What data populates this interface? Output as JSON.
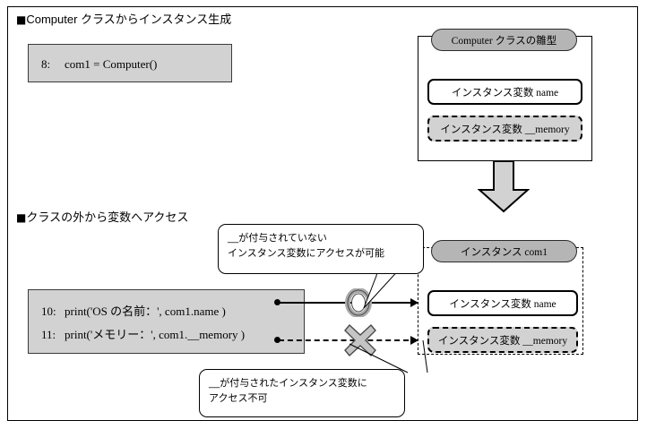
{
  "diagram": {
    "title_hidden": "",
    "sections": [
      {
        "id": "create-instance",
        "bullet": "■",
        "heading": "Computer クラスからインスタンス生成"
      },
      {
        "id": "access-from-outside",
        "bullet": "■",
        "heading": "クラスの外から変数へアクセス"
      }
    ],
    "code_blocks": [
      {
        "id": "code-create",
        "lines": [
          {
            "number": "8:",
            "text": "com1 = Computer()"
          }
        ]
      },
      {
        "id": "code-access",
        "lines": [
          {
            "number": "10:",
            "text": "print('OS の名前：', com1.name )"
          },
          {
            "number": "11:",
            "text": "print('メモリー：', com1.__memory )"
          }
        ]
      }
    ],
    "class_box": {
      "title": "Computer クラスの雛型",
      "members": [
        {
          "label": "インスタンス変数  name",
          "visibility": "public"
        },
        {
          "label": "インスタンス変数  __memory",
          "visibility": "private"
        }
      ]
    },
    "instance_box": {
      "title": "インスタンス com1",
      "members": [
        {
          "label": "インスタンス変数  name",
          "visibility": "public"
        },
        {
          "label": "インスタンス変数  __memory",
          "visibility": "private"
        }
      ]
    },
    "callouts": [
      {
        "id": "callout-accessible",
        "lines": [
          "__が付与されていない",
          "インスタンス変数にアクセスが可能"
        ]
      },
      {
        "id": "callout-not-accessible",
        "lines": [
          "__が付与されたインスタンス変数に",
          "アクセス不可"
        ]
      }
    ],
    "markers": {
      "ok": "circle-ok-marker",
      "ng": "cross-ng-marker",
      "flow": "down-block-arrow"
    },
    "colors": {
      "gray_fill": "#d2d2d2",
      "pill_fill": "#b5b5b5",
      "line": "#000000",
      "background": "#ffffff"
    }
  }
}
